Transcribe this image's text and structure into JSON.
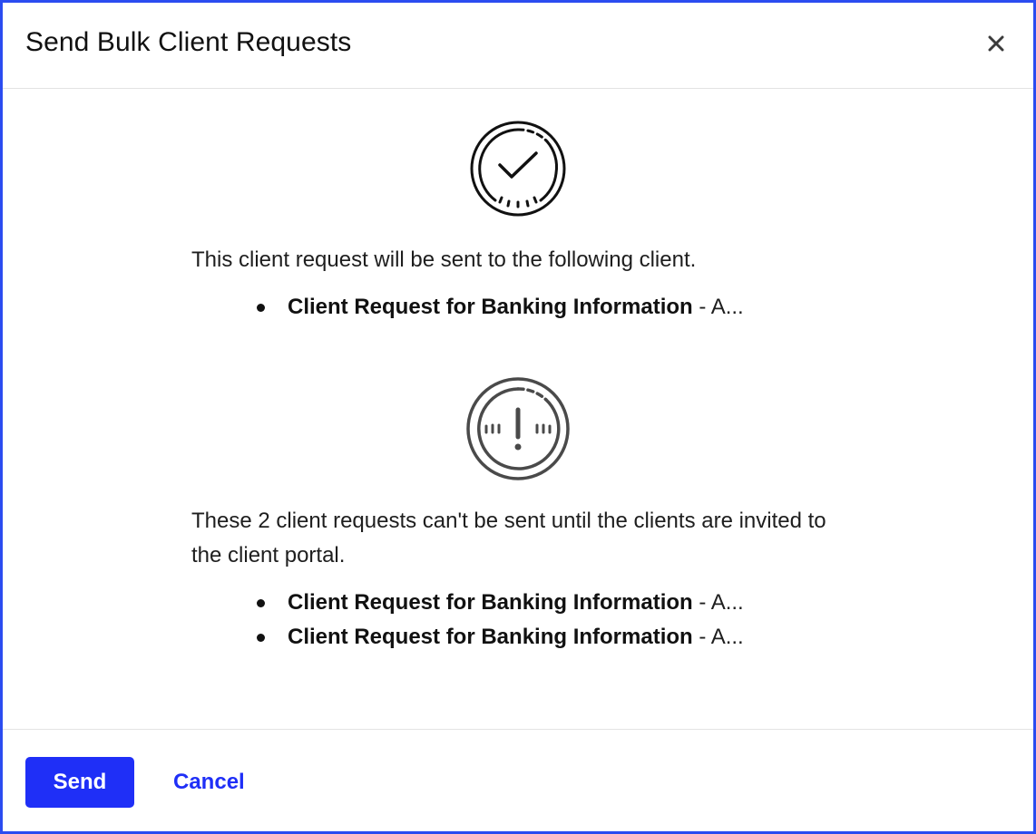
{
  "dialog": {
    "title": "Send Bulk Client Requests",
    "close_icon": "close-icon"
  },
  "success_section": {
    "icon": "check-circle-icon",
    "message": "This client request will be sent to the following client.",
    "items": [
      {
        "name": "Client Request for Banking Information",
        "suffix": " - A..."
      }
    ]
  },
  "warning_section": {
    "icon": "exclamation-circle-icon",
    "message": "These 2 client requests can't be sent until the clients are invited to the client portal.",
    "items": [
      {
        "name": "Client Request for Banking Information",
        "suffix": " - A..."
      },
      {
        "name": "Client Request for Banking Information",
        "suffix": " - A..."
      }
    ]
  },
  "footer": {
    "send_label": "Send",
    "cancel_label": "Cancel"
  },
  "colors": {
    "accent": "#1f2ff7",
    "border": "#2b4cf0",
    "divider": "#e3e3e3"
  }
}
